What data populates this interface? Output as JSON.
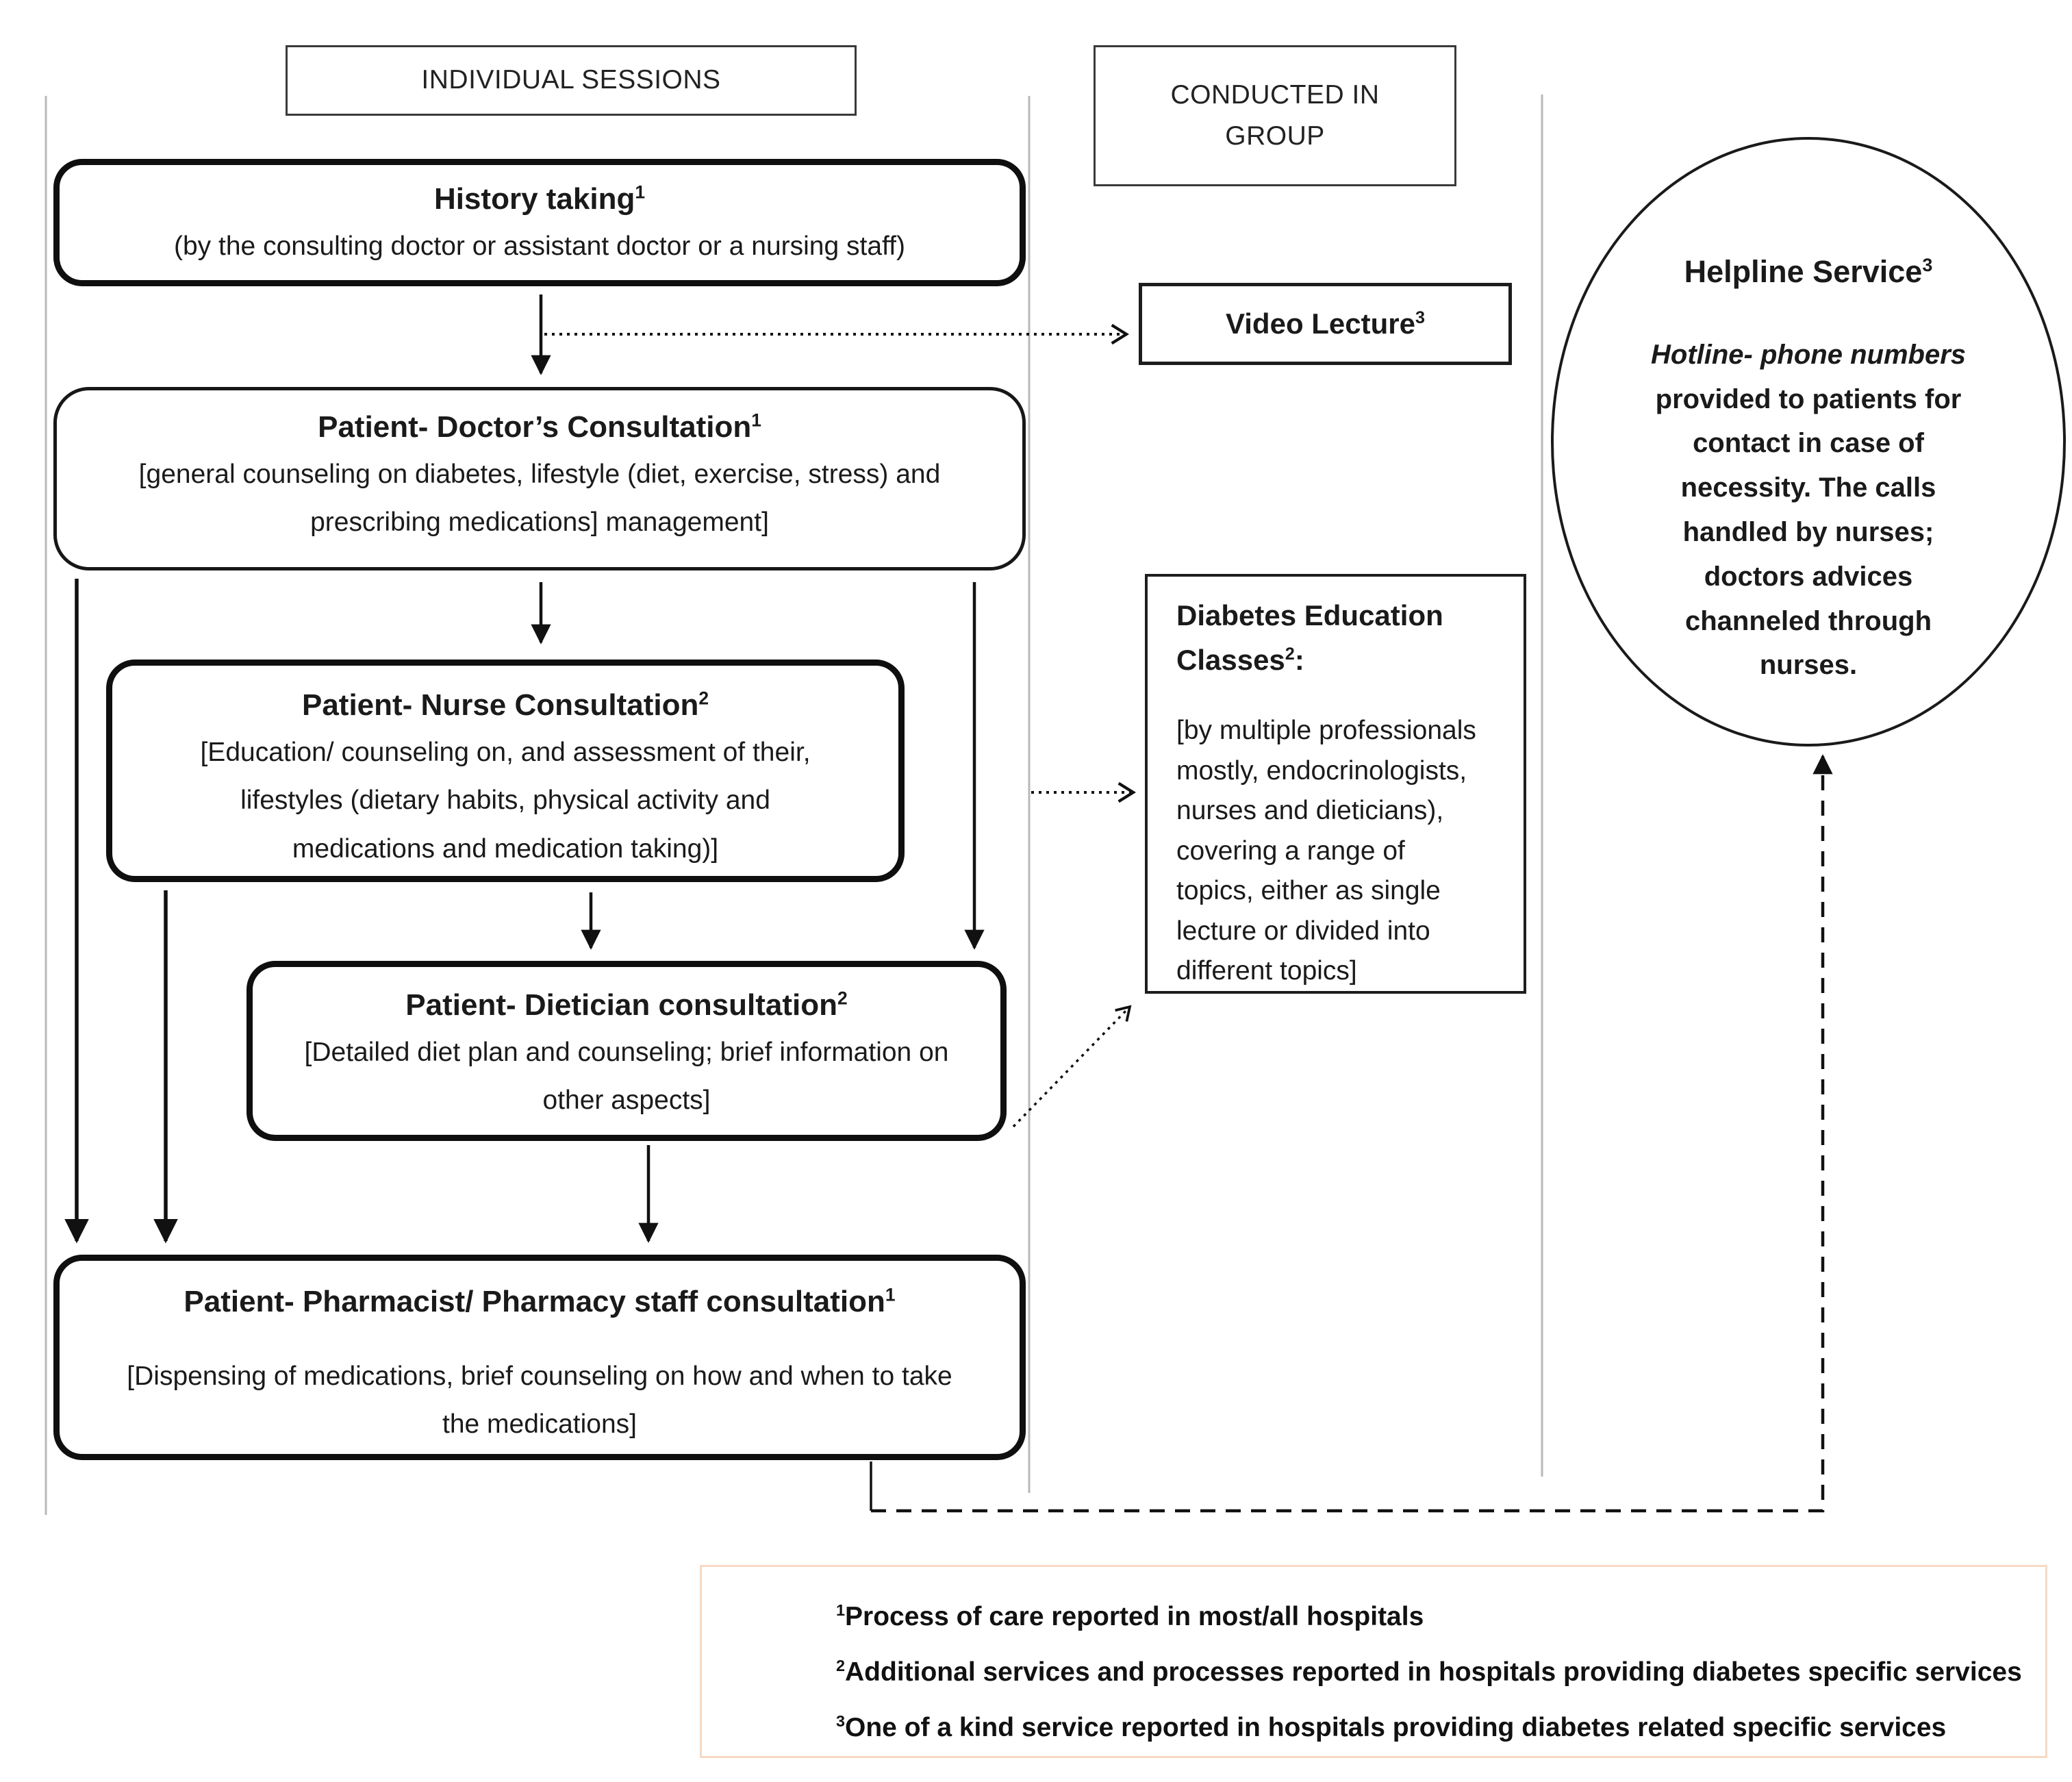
{
  "headers": {
    "individual_sessions": "INDIVIDUAL SESSIONS",
    "conducted_in_group_lines": [
      "CONDUCTED IN",
      "GROUP"
    ]
  },
  "boxes": {
    "history": {
      "title": "History taking",
      "sup": "1",
      "body": "(by the consulting doctor or assistant doctor or a nursing staff)"
    },
    "doctor": {
      "title": "Patient- Doctor’s Consultation",
      "sup": "1",
      "lines": [
        "[general counseling on diabetes, lifestyle (diet, exercise, stress) and",
        "prescribing medications] management]"
      ]
    },
    "nurse": {
      "title": "Patient- Nurse Consultation",
      "sup": "2",
      "lines": [
        "[Education/ counseling on, and assessment of their,",
        "lifestyles (dietary habits, physical activity and",
        "medications and medication taking)]"
      ]
    },
    "dietician": {
      "title": "Patient- Dietician consultation",
      "sup": "2",
      "lines": [
        "[Detailed diet plan and counseling; brief information on",
        "other aspects]"
      ]
    },
    "pharmacist": {
      "title": "Patient- Pharmacist/ Pharmacy staff consultation",
      "sup": "1",
      "lines": [
        "[Dispensing of medications, brief counseling on how and when to take",
        "the medications]"
      ]
    },
    "video_lecture": {
      "title": "Video Lecture",
      "sup": "3"
    },
    "education": {
      "title": "Diabetes Education Classes",
      "sup": "2",
      "suffix": ":",
      "lines": [
        "[by multiple professionals",
        "mostly, endocrinologists,",
        "nurses and dieticians),",
        "covering a range of",
        "topics, either as single",
        "lecture or divided into",
        "different topics]"
      ]
    },
    "helpline": {
      "title": "Helpline Service",
      "sup": "3",
      "italic_line": "Hotline- phone numbers",
      "lines": [
        "provided to patients for",
        "contact in case of",
        "necessity. The calls",
        "handled by nurses;",
        "doctors advices",
        "channeled through",
        "nurses."
      ]
    }
  },
  "footnotes": [
    {
      "sup": "1",
      "text": "Process of care reported in most/all hospitals"
    },
    {
      "sup": "2",
      "text": "Additional services and processes reported in hospitals providing diabetes specific services"
    },
    {
      "sup": "3",
      "text": "One of a kind service reported in hospitals providing diabetes related specific services"
    }
  ],
  "connectors": [
    {
      "name": "history-to-doctor",
      "style": "solid-arrow"
    },
    {
      "name": "history-to-video-lecture",
      "style": "dotted-arrow"
    },
    {
      "name": "doctor-to-nurse",
      "style": "solid-arrow"
    },
    {
      "name": "doctor-to-dietician",
      "style": "solid-arrow"
    },
    {
      "name": "doctor-to-pharmacist",
      "style": "solid-arrow"
    },
    {
      "name": "nurse-to-dietician",
      "style": "solid-arrow"
    },
    {
      "name": "nurse-to-pharmacist",
      "style": "solid-arrow"
    },
    {
      "name": "dietician-to-pharmacist",
      "style": "solid-arrow"
    },
    {
      "name": "individual-sessions-to-education-classes",
      "style": "dotted-arrow"
    },
    {
      "name": "dietician-to-education-classes",
      "style": "dotted-arrow"
    },
    {
      "name": "pharmacist-to-helpline",
      "style": "dashed-arrow"
    }
  ],
  "colors": {
    "ink": "#111111",
    "column_line": "#b8b8b8",
    "footnote_border": "#f6d9c4"
  }
}
